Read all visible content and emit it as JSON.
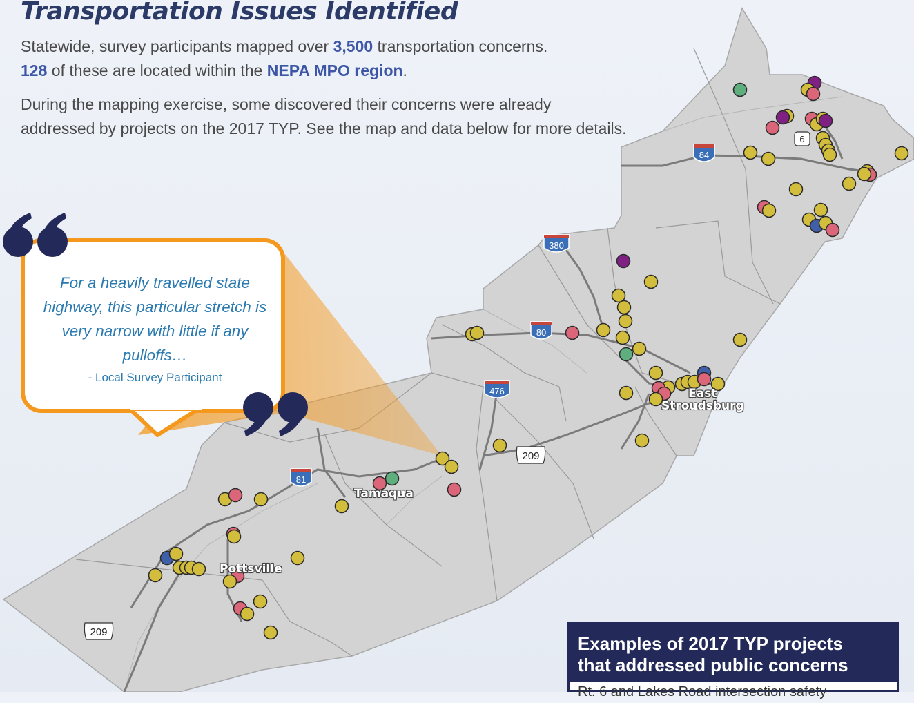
{
  "title": "Transportation Issues Identified",
  "intro": {
    "line1_a": "Statewide, survey participants mapped over ",
    "line1_num": "3,500",
    "line1_b": " transportation concerns.",
    "line2_num": "128",
    "line2_a": " of these are located within the ",
    "line2_region": "NEPA MPO region",
    "line2_b": ".",
    "para2": "During the mapping exercise, some discovered their concerns were already addressed by projects on the 2017 TYP. See the map and data below for more details."
  },
  "quote": {
    "text": "For a heavily travelled state highway, this particular stretch is very narrow with little if any pulloffs…",
    "attribution": "- Local Survey Participant"
  },
  "map": {
    "cities": [
      {
        "id": "pottsville",
        "name": "Pottsville"
      },
      {
        "id": "tamaqua",
        "name": "Tamaqua"
      },
      {
        "id": "east-stroudsburg",
        "name": "East Stroudsburg",
        "line1": "East",
        "line2": "Stroudsburg"
      }
    ],
    "interstate_shields": [
      "84",
      "380",
      "80",
      "476",
      "81"
    ],
    "us_route_shields": [
      "209",
      "209"
    ],
    "state_route_shields": [
      "6"
    ],
    "colors": {
      "region_fill": "#d3d3d3",
      "region_edge": "#a8a8a8",
      "county_line": "#9a9a9a",
      "highway": "#7b7b7b",
      "marker_yellow": "#d3bd3c",
      "marker_pink": "#db6679",
      "marker_green": "#5fae7e",
      "marker_purple": "#7e2182",
      "marker_blue": "#3f5fa8",
      "quote_orange": "#f4991e",
      "title_navy": "#2b3a67",
      "accent_blue": "#3d56a6",
      "quote_text": "#2a7ab0"
    }
  },
  "examples_panel": {
    "heading_line1": "Examples of 2017 TYP projects",
    "heading_line2": "that addressed public concerns",
    "body_partial": "Rt. 6 and Lakes Road intersection safety"
  }
}
